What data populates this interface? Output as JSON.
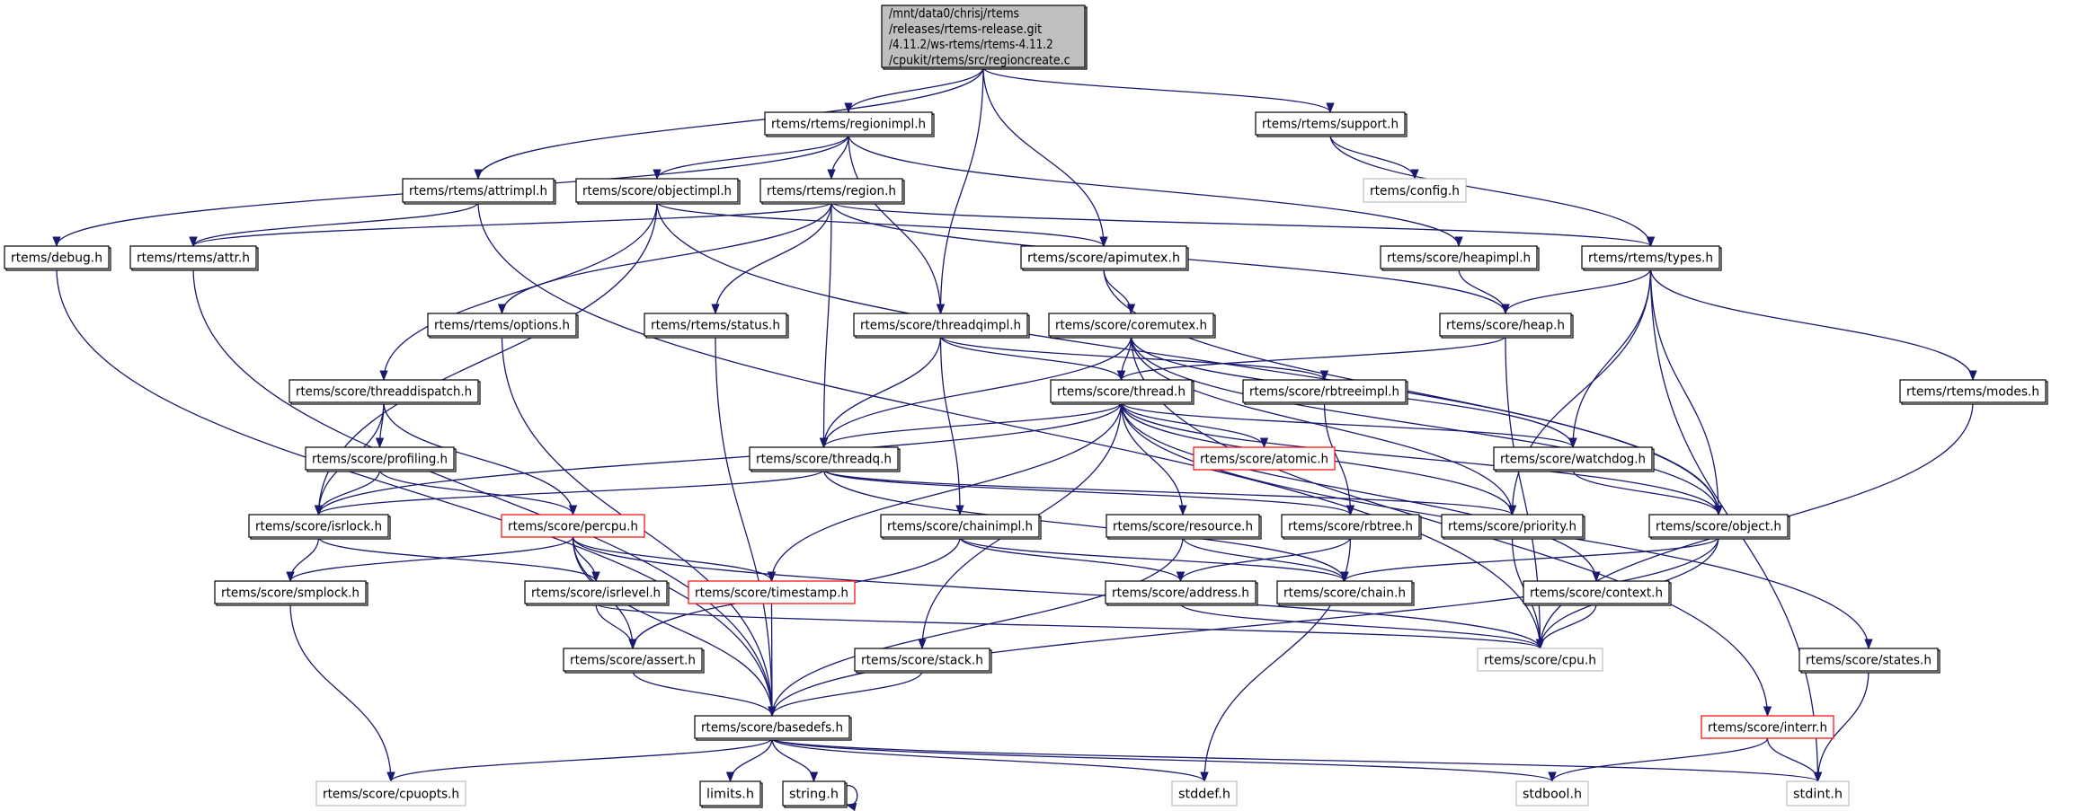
{
  "graph": {
    "edge_color": "#191970",
    "main_fill": "#bfbfbf",
    "nodes": [
      {
        "id": "main",
        "label": [
          "/mnt/data0/chrisj/rtems",
          "/releases/rtems-release.git",
          "/4.11.2/ws-rtems/rtems-4.11.2",
          "/cpukit/rtems/src/regioncreate.c"
        ],
        "style": "main"
      },
      {
        "id": "regionimpl",
        "label": "rtems/rtems/regionimpl.h",
        "style": "normal"
      },
      {
        "id": "support",
        "label": "rtems/rtems/support.h",
        "style": "normal"
      },
      {
        "id": "attrimpl",
        "label": "rtems/rtems/attrimpl.h",
        "style": "normal"
      },
      {
        "id": "objectimpl",
        "label": "rtems/score/objectimpl.h",
        "style": "normal"
      },
      {
        "id": "region",
        "label": "rtems/rtems/region.h",
        "style": "normal"
      },
      {
        "id": "config",
        "label": "rtems/config.h",
        "style": "gray"
      },
      {
        "id": "debug",
        "label": "rtems/debug.h",
        "style": "normal"
      },
      {
        "id": "attr",
        "label": "rtems/rtems/attr.h",
        "style": "normal"
      },
      {
        "id": "apimutex",
        "label": "rtems/score/apimutex.h",
        "style": "normal"
      },
      {
        "id": "heapimpl",
        "label": "rtems/score/heapimpl.h",
        "style": "normal"
      },
      {
        "id": "types",
        "label": "rtems/rtems/types.h",
        "style": "normal"
      },
      {
        "id": "options",
        "label": "rtems/rtems/options.h",
        "style": "normal"
      },
      {
        "id": "status",
        "label": "rtems/rtems/status.h",
        "style": "normal"
      },
      {
        "id": "threadqimpl",
        "label": "rtems/score/threadqimpl.h",
        "style": "normal"
      },
      {
        "id": "coremutex",
        "label": "rtems/score/coremutex.h",
        "style": "normal"
      },
      {
        "id": "heap",
        "label": "rtems/score/heap.h",
        "style": "normal"
      },
      {
        "id": "threaddispatch",
        "label": "rtems/score/threaddispatch.h",
        "style": "normal"
      },
      {
        "id": "thread",
        "label": "rtems/score/thread.h",
        "style": "normal"
      },
      {
        "id": "rbtreeimpl",
        "label": "rtems/score/rbtreeimpl.h",
        "style": "normal"
      },
      {
        "id": "modes",
        "label": "rtems/rtems/modes.h",
        "style": "normal"
      },
      {
        "id": "profiling",
        "label": "rtems/score/profiling.h",
        "style": "normal"
      },
      {
        "id": "threadq",
        "label": "rtems/score/threadq.h",
        "style": "normal"
      },
      {
        "id": "atomic",
        "label": "rtems/score/atomic.h",
        "style": "red"
      },
      {
        "id": "watchdog",
        "label": "rtems/score/watchdog.h",
        "style": "normal"
      },
      {
        "id": "isrlock",
        "label": "rtems/score/isrlock.h",
        "style": "normal"
      },
      {
        "id": "percpu",
        "label": "rtems/score/percpu.h",
        "style": "red"
      },
      {
        "id": "chainimpl",
        "label": "rtems/score/chainimpl.h",
        "style": "normal"
      },
      {
        "id": "resource",
        "label": "rtems/score/resource.h",
        "style": "normal"
      },
      {
        "id": "rbtree",
        "label": "rtems/score/rbtree.h",
        "style": "normal"
      },
      {
        "id": "priority",
        "label": "rtems/score/priority.h",
        "style": "normal"
      },
      {
        "id": "object",
        "label": "rtems/score/object.h",
        "style": "normal"
      },
      {
        "id": "smplock",
        "label": "rtems/score/smplock.h",
        "style": "normal"
      },
      {
        "id": "isrlevel",
        "label": "rtems/score/isrlevel.h",
        "style": "normal"
      },
      {
        "id": "timestamp",
        "label": "rtems/score/timestamp.h",
        "style": "red"
      },
      {
        "id": "address",
        "label": "rtems/score/address.h",
        "style": "normal"
      },
      {
        "id": "chain",
        "label": "rtems/score/chain.h",
        "style": "normal"
      },
      {
        "id": "context",
        "label": "rtems/score/context.h",
        "style": "normal"
      },
      {
        "id": "assert",
        "label": "rtems/score/assert.h",
        "style": "normal"
      },
      {
        "id": "stack",
        "label": "rtems/score/stack.h",
        "style": "normal"
      },
      {
        "id": "cpu",
        "label": "rtems/score/cpu.h",
        "style": "gray"
      },
      {
        "id": "states",
        "label": "rtems/score/states.h",
        "style": "normal"
      },
      {
        "id": "basedefs",
        "label": "rtems/score/basedefs.h",
        "style": "normal"
      },
      {
        "id": "interr",
        "label": "rtems/score/interr.h",
        "style": "red"
      },
      {
        "id": "cpuopts",
        "label": "rtems/score/cpuopts.h",
        "style": "gray"
      },
      {
        "id": "limits",
        "label": "limits.h",
        "style": "normal"
      },
      {
        "id": "string",
        "label": "string.h",
        "style": "normal"
      },
      {
        "id": "stddef",
        "label": "stddef.h",
        "style": "gray"
      },
      {
        "id": "stdbool",
        "label": "stdbool.h",
        "style": "gray"
      },
      {
        "id": "stdint",
        "label": "stdint.h",
        "style": "gray"
      }
    ],
    "edges": [
      [
        "main",
        "regionimpl"
      ],
      [
        "main",
        "attrimpl"
      ],
      [
        "main",
        "threadqimpl"
      ],
      [
        "main",
        "apimutex"
      ],
      [
        "main",
        "support"
      ],
      [
        "regionimpl",
        "debug"
      ],
      [
        "regionimpl",
        "objectimpl"
      ],
      [
        "regionimpl",
        "region"
      ],
      [
        "regionimpl",
        "threadqimpl"
      ],
      [
        "regionimpl",
        "heapimpl"
      ],
      [
        "support",
        "config"
      ],
      [
        "support",
        "types"
      ],
      [
        "attrimpl",
        "attr"
      ],
      [
        "attrimpl",
        "cpu"
      ],
      [
        "objectimpl",
        "isrlock"
      ],
      [
        "objectimpl",
        "threaddispatch"
      ],
      [
        "objectimpl",
        "apimutex"
      ],
      [
        "objectimpl",
        "object"
      ],
      [
        "region",
        "attr"
      ],
      [
        "region",
        "options"
      ],
      [
        "region",
        "status"
      ],
      [
        "region",
        "threadq"
      ],
      [
        "region",
        "types"
      ],
      [
        "region",
        "heap"
      ],
      [
        "debug",
        "basedefs"
      ],
      [
        "attr",
        "basedefs"
      ],
      [
        "apimutex",
        "coremutex"
      ],
      [
        "apimutex",
        "object"
      ],
      [
        "heapimpl",
        "heap"
      ],
      [
        "types",
        "heap"
      ],
      [
        "types",
        "modes"
      ],
      [
        "types",
        "watchdog"
      ],
      [
        "types",
        "priority"
      ],
      [
        "types",
        "object"
      ],
      [
        "types",
        "stdint"
      ],
      [
        "options",
        "basedefs"
      ],
      [
        "status",
        "basedefs"
      ],
      [
        "threadqimpl",
        "chainimpl"
      ],
      [
        "threadqimpl",
        "threadq"
      ],
      [
        "threadqimpl",
        "thread"
      ],
      [
        "threadqimpl",
        "rbtreeimpl"
      ],
      [
        "coremutex",
        "threadq"
      ],
      [
        "coremutex",
        "thread"
      ],
      [
        "coremutex",
        "watchdog"
      ],
      [
        "coremutex",
        "interr"
      ],
      [
        "coremutex",
        "priority"
      ],
      [
        "coremutex",
        "object"
      ],
      [
        "heap",
        "thread"
      ],
      [
        "heap",
        "cpu"
      ],
      [
        "threaddispatch",
        "profiling"
      ],
      [
        "threaddispatch",
        "isrlock"
      ],
      [
        "threaddispatch",
        "percpu"
      ],
      [
        "thread",
        "threadq"
      ],
      [
        "thread",
        "isrlock"
      ],
      [
        "thread",
        "atomic"
      ],
      [
        "thread",
        "watchdog"
      ],
      [
        "thread",
        "resource"
      ],
      [
        "thread",
        "priority"
      ],
      [
        "thread",
        "context"
      ],
      [
        "thread",
        "timestamp"
      ],
      [
        "thread",
        "stack"
      ],
      [
        "thread",
        "states"
      ],
      [
        "thread",
        "object"
      ],
      [
        "rbtreeimpl",
        "rbtree"
      ],
      [
        "modes",
        "cpu"
      ],
      [
        "profiling",
        "isrlock"
      ],
      [
        "profiling",
        "percpu"
      ],
      [
        "threadq",
        "isrlock"
      ],
      [
        "threadq",
        "priority"
      ],
      [
        "threadq",
        "rbtree"
      ],
      [
        "threadq",
        "chain"
      ],
      [
        "watchdog",
        "object"
      ],
      [
        "isrlock",
        "smplock"
      ],
      [
        "isrlock",
        "isrlevel"
      ],
      [
        "percpu",
        "smplock"
      ],
      [
        "percpu",
        "isrlevel"
      ],
      [
        "percpu",
        "timestamp"
      ],
      [
        "percpu",
        "assert"
      ],
      [
        "percpu",
        "cpu"
      ],
      [
        "percpu",
        "basedefs"
      ],
      [
        "chainimpl",
        "address"
      ],
      [
        "chainimpl",
        "chain"
      ],
      [
        "chainimpl",
        "assert"
      ],
      [
        "resource",
        "chain"
      ],
      [
        "resource",
        "basedefs"
      ],
      [
        "rbtree",
        "address"
      ],
      [
        "rbtree",
        "stddef"
      ],
      [
        "priority",
        "cpu"
      ],
      [
        "object",
        "chain"
      ],
      [
        "object",
        "cpu"
      ],
      [
        "object",
        "basedefs"
      ],
      [
        "smplock",
        "cpuopts"
      ],
      [
        "isrlevel",
        "assert"
      ],
      [
        "isrlevel",
        "cpu"
      ],
      [
        "timestamp",
        "basedefs"
      ],
      [
        "address",
        "cpu"
      ],
      [
        "context",
        "cpu"
      ],
      [
        "assert",
        "basedefs"
      ],
      [
        "stack",
        "basedefs"
      ],
      [
        "states",
        "stdint"
      ],
      [
        "basedefs",
        "cpuopts"
      ],
      [
        "basedefs",
        "limits"
      ],
      [
        "basedefs",
        "string"
      ],
      [
        "basedefs",
        "stddef"
      ],
      [
        "basedefs",
        "stdbool"
      ],
      [
        "basedefs",
        "stdint"
      ],
      [
        "string",
        "string"
      ],
      [
        "interr",
        "stdbool"
      ],
      [
        "interr",
        "stdint"
      ]
    ]
  }
}
